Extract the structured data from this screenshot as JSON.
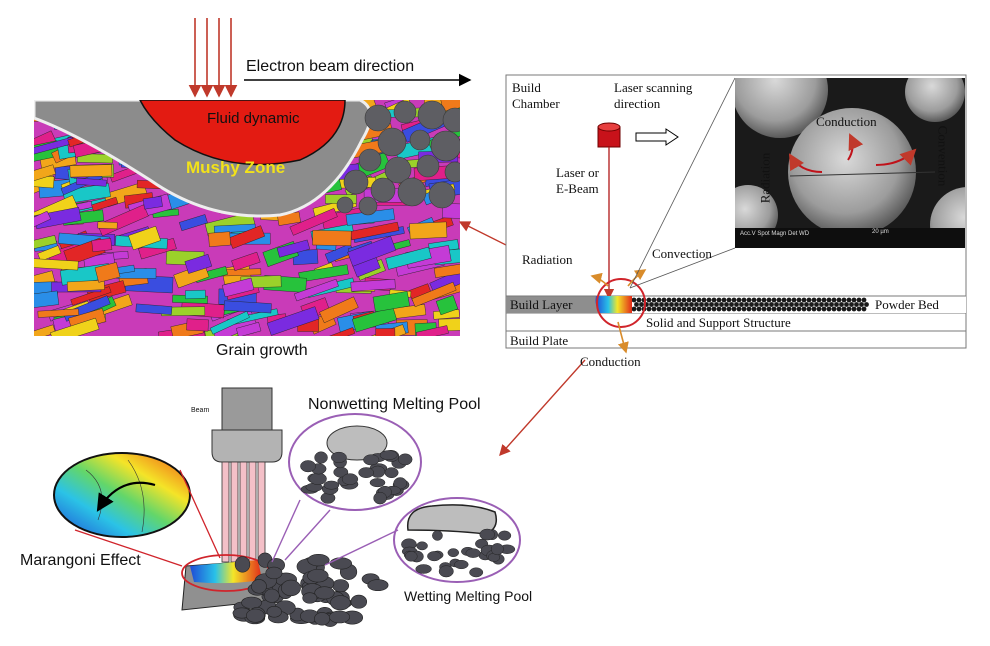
{
  "top_left": {
    "beam_direction": "Electron beam direction",
    "fluid_dynamic": "Fluid dynamic",
    "mushy_zone": "Mushy Zone",
    "grain_growth": "Grain growth"
  },
  "build_chamber": {
    "title_line1": "Build",
    "title_line2": "Chamber",
    "laser_dir_line1": "Laser scanning",
    "laser_dir_line2": "direction",
    "source_line1": "Laser or",
    "source_line2": "E-Beam",
    "radiation": "Radiation",
    "convection": "Convection",
    "build_layer": "Build Layer",
    "powder_bed": "Powder Bed",
    "solid_support": "Solid and Support Structure",
    "build_plate": "Build Plate",
    "conduction": "Conduction"
  },
  "sem_inset": {
    "conduction": "Conduction",
    "radiation": "Radiation",
    "convention": "Convention",
    "footer": "Acc.V  Spot Magn  Det  WD",
    "scale": "20 µm"
  },
  "bottom": {
    "beam": "Beam",
    "nonwetting": "Nonwetting Melting Pool",
    "marangoni": "Marangoni Effect",
    "wetting": "Wetting Melting Pool"
  },
  "colors": {
    "arrow_red": "#c0392b",
    "fluid_red": "#e31b12",
    "mushy_yellow": "#f2e21a",
    "powder_gray": "#4a4a52",
    "sem_dark": "#1a1a1a"
  }
}
